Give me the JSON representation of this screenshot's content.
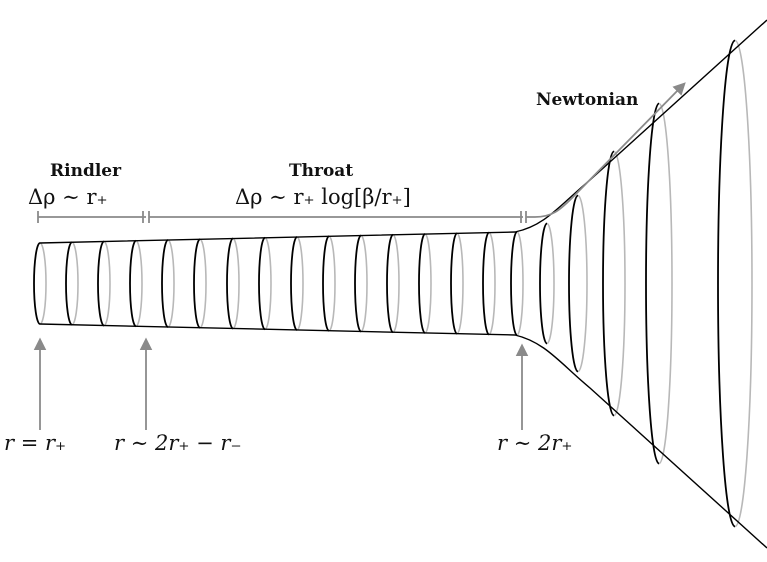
{
  "regions": {
    "rindler": {
      "title": "Rindler",
      "scale": "Δρ ∼ r₊"
    },
    "throat": {
      "title": "Throat",
      "scale": "Δρ ∼ r₊ log[β/r₊]"
    },
    "newtonian": {
      "title": "Newtonian"
    }
  },
  "markers": {
    "horizon": "r = r₊",
    "rindler_edge": "r ∼ 2r₊ − r₋",
    "throat_edge": "r ∼ 2r₊"
  },
  "colors": {
    "outline": "#000000",
    "hidden_ring": "#b8b8b8",
    "annotation": "#8a8a8a"
  }
}
